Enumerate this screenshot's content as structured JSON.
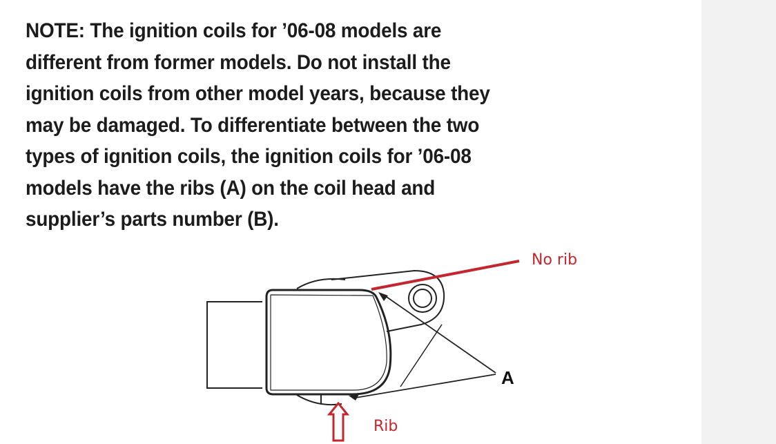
{
  "note": {
    "lines": [
      "NOTE: The ignition coils for ’06-08 models are",
      "different from former models. Do not install the",
      "ignition coils from other model years, because they",
      "may be damaged. To differentiate between the two",
      "types of ignition coils, the ignition coils for ’06-08",
      "models have the ribs (A) on the coil head and",
      "supplier’s parts number (B)."
    ]
  },
  "diagram": {
    "callout_label": "A",
    "annotation_no_rib": "No rib",
    "annotation_rib": "Rib",
    "annotation_color": "#c4262e"
  }
}
